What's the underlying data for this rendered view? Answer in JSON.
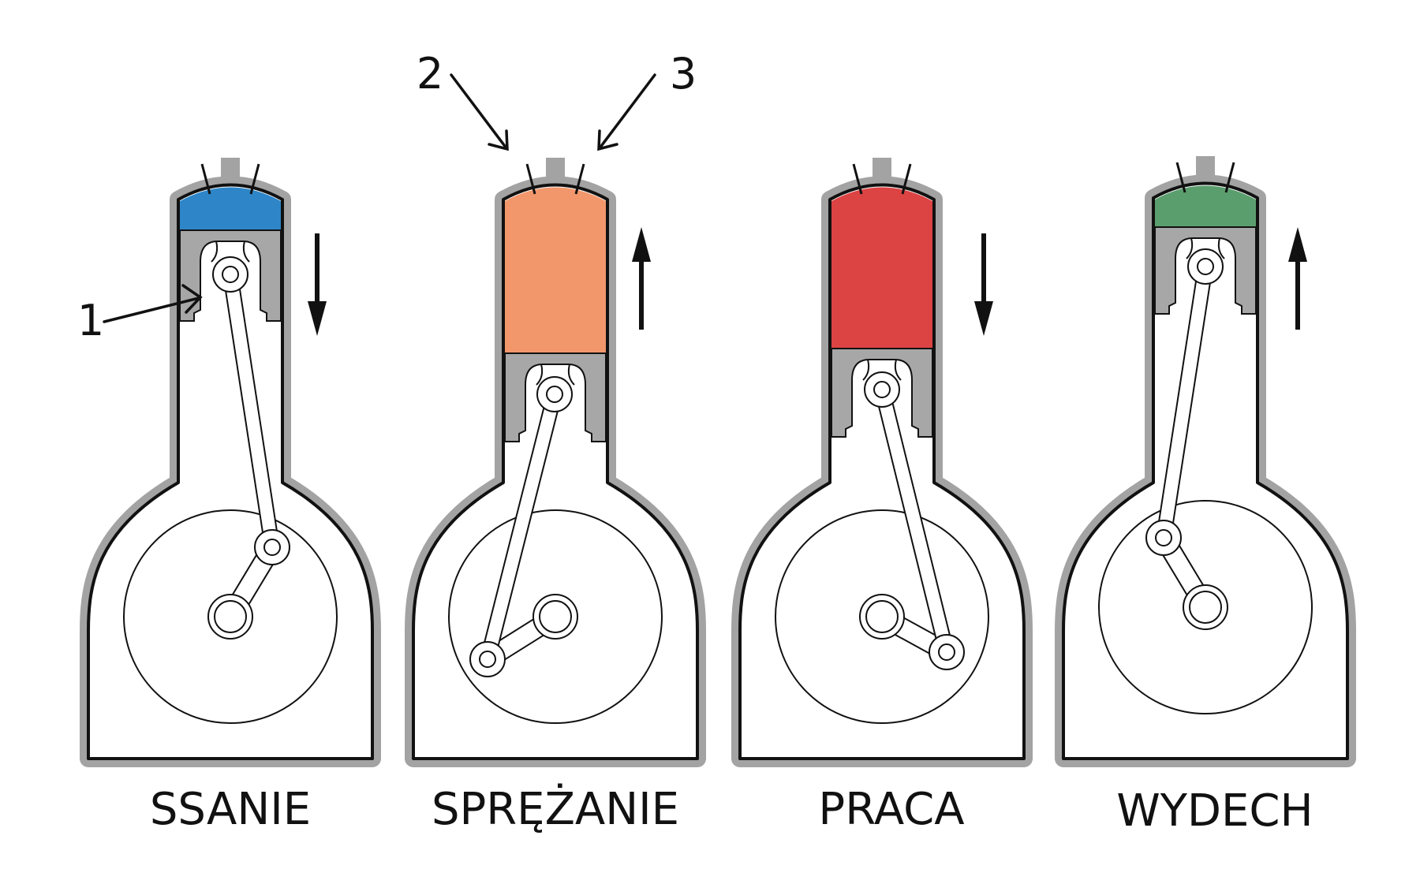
{
  "strokes": [
    {
      "label": "SSANIE",
      "gas_color": "#2e86c8",
      "motion": "down"
    },
    {
      "label": "SPRĘŻANIE",
      "gas_color": "#f2976c",
      "motion": "up"
    },
    {
      "label": "PRACA",
      "gas_color": "#dc4343",
      "motion": "down"
    },
    {
      "label": "WYDECH",
      "gas_color": "#5b9e6e",
      "motion": "up"
    }
  ],
  "callouts": [
    "1",
    "2",
    "3"
  ],
  "colors": {
    "casing": "#a3a3a3",
    "outline": "#111111",
    "piston": "#a7a7a7"
  }
}
